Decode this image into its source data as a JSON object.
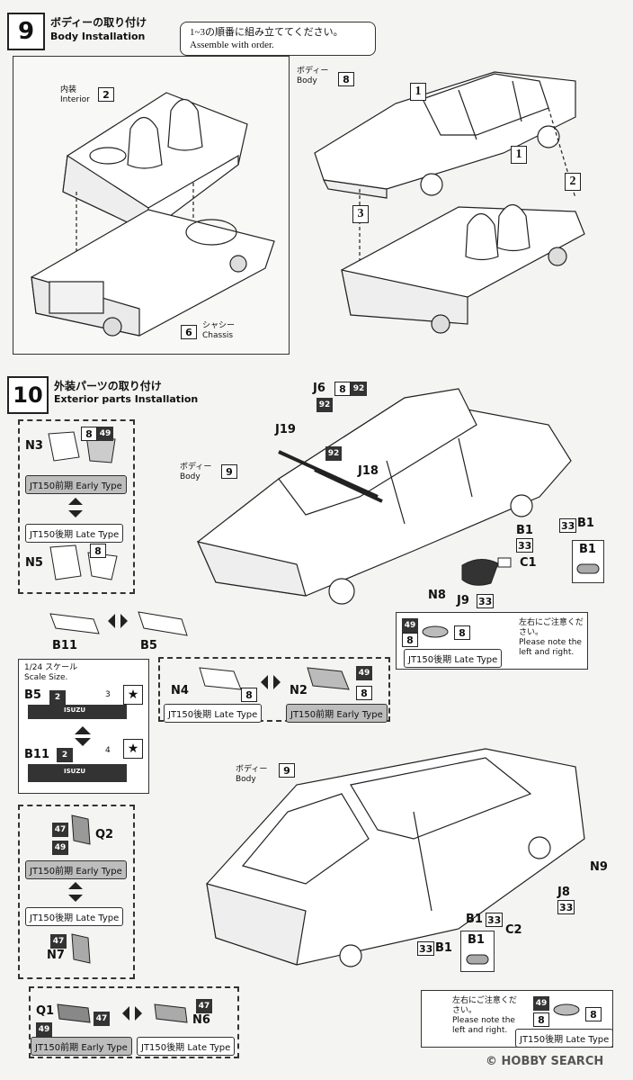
{
  "step9": {
    "num": "9",
    "title_jp": "ボディーの取り付け",
    "title_en": "Body Installation",
    "callout_jp": "1~3の順番に組み立ててください。",
    "callout_en": "Assemble with order.",
    "interior_jp": "内装",
    "interior_en": "Interior",
    "interior_num": "2",
    "chassis_jp": "シャシー",
    "chassis_en": "Chassis",
    "chassis_num": "6",
    "body_jp": "ボディー",
    "body_en": "Body",
    "body_num": "8",
    "order": [
      "1",
      "1",
      "2",
      "3"
    ]
  },
  "step10": {
    "num": "10",
    "title_jp": "外装パーツの取り付け",
    "title_en": "Exterior parts Installation",
    "body_jp": "ボディー",
    "body_en": "Body",
    "body_num": "9",
    "types": {
      "early": "JT150前期 Early Type",
      "late": "JT150後期 Late Type"
    },
    "paints": [
      "8",
      "49",
      "92",
      "33",
      "47",
      "2"
    ],
    "parts": {
      "n3": "N3",
      "n5": "N5",
      "j19": "J19",
      "j18": "J18",
      "j6": "J6",
      "b1": "B1",
      "c1": "C1",
      "j9": "J9",
      "n8": "N8",
      "b11": "B11",
      "b5": "B5",
      "n4": "N4",
      "n2": "N2",
      "q2": "Q2",
      "n7": "N7",
      "q1": "Q1",
      "n6": "N6",
      "n9": "N9",
      "j8": "J8",
      "c2": "C2"
    },
    "scale_jp": "1/24 スケール",
    "scale_en": "Scale Size.",
    "badge_text": "ISUZU",
    "decal_b5": "3",
    "decal_b11": "4",
    "note_jp": "左右にご注意ください。",
    "note_en": "Please note the left and right."
  },
  "watermark": "© HOBBY SEARCH"
}
